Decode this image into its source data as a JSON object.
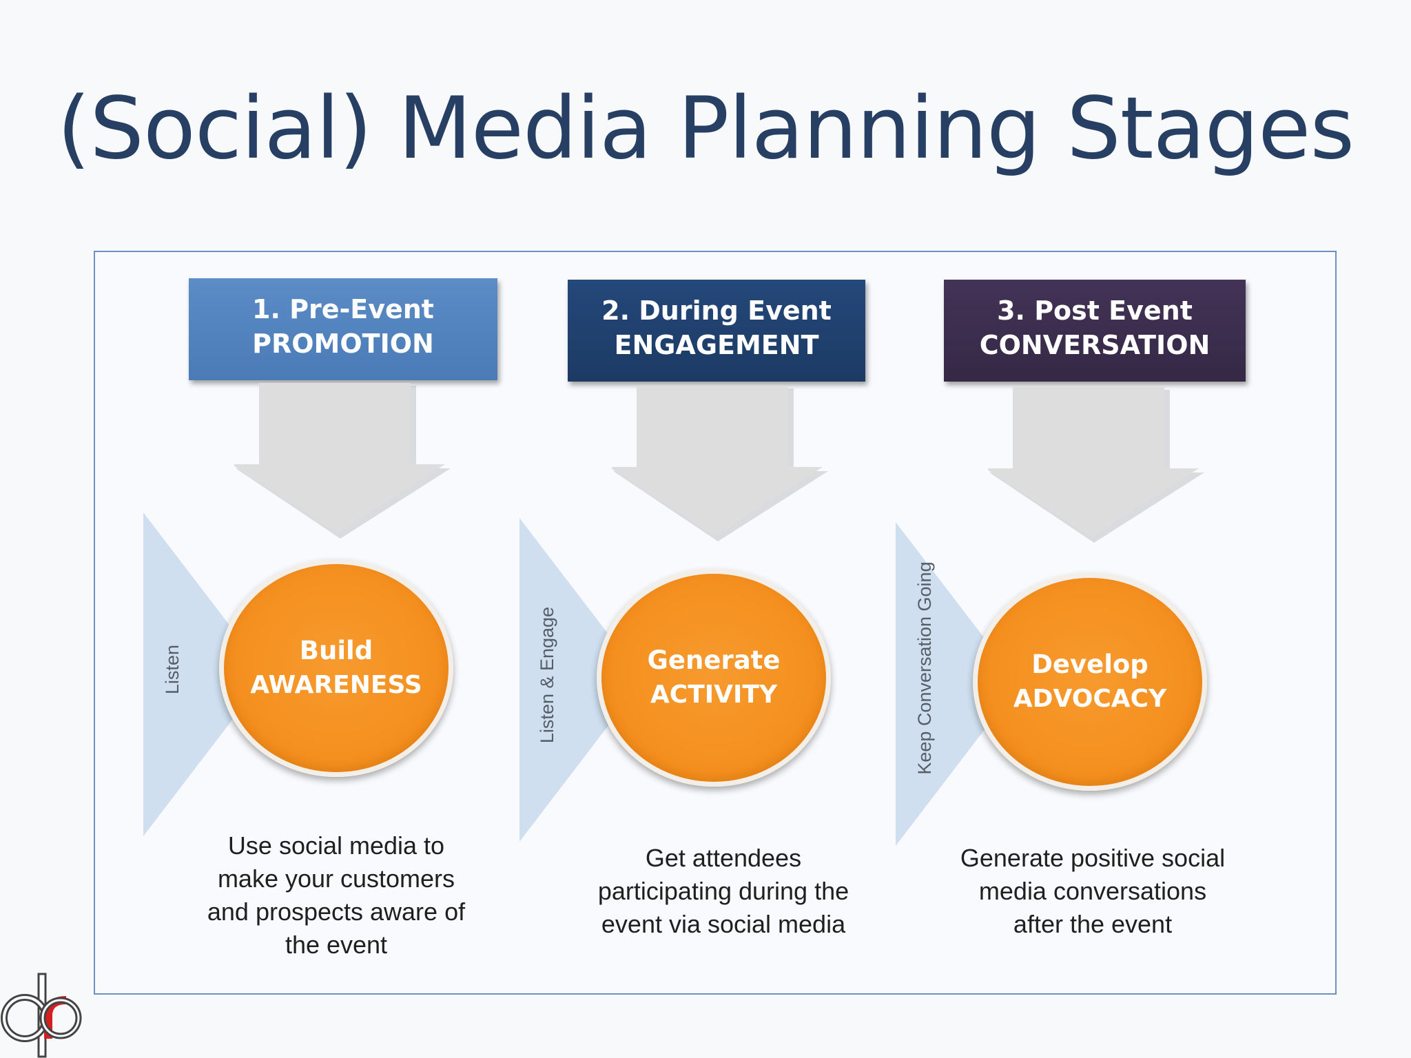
{
  "title": "(Social) Media Planning Stages",
  "colors": {
    "title": "#263f63",
    "stage_1_header": "#4f81bd",
    "stage_2_header": "#1f3f6c",
    "stage_3_header": "#3b2d4f",
    "circle": "#f4901f",
    "side_triangle": "#cfdfef",
    "arrow": "#dcdcdc"
  },
  "stages": [
    {
      "header_line_1": "1.  Pre-Event",
      "header_line_2": "PROMOTION",
      "side_label": "Listen",
      "circle_line_1": "Build",
      "circle_line_2": "AWARENESS",
      "description": [
        "Use social media to",
        "make your customers",
        "and prospects aware of",
        "the event"
      ]
    },
    {
      "header_line_1": "2.  During Event",
      "header_line_2": "ENGAGEMENT",
      "side_label": "Listen & Engage",
      "circle_line_1": "Generate",
      "circle_line_2": "ACTIVITY",
      "description": [
        "Get attendees",
        "participating during the",
        "event via social media"
      ]
    },
    {
      "header_line_1": "3.  Post Event",
      "header_line_2": "CONVERSATION",
      "side_label": "Keep Conversation Going",
      "circle_line_1": "Develop",
      "circle_line_2": "ADVOCACY",
      "description": [
        "Generate positive social",
        "media conversations",
        "after the event"
      ]
    }
  ],
  "logo": {
    "icon": "dr-logo-icon"
  }
}
